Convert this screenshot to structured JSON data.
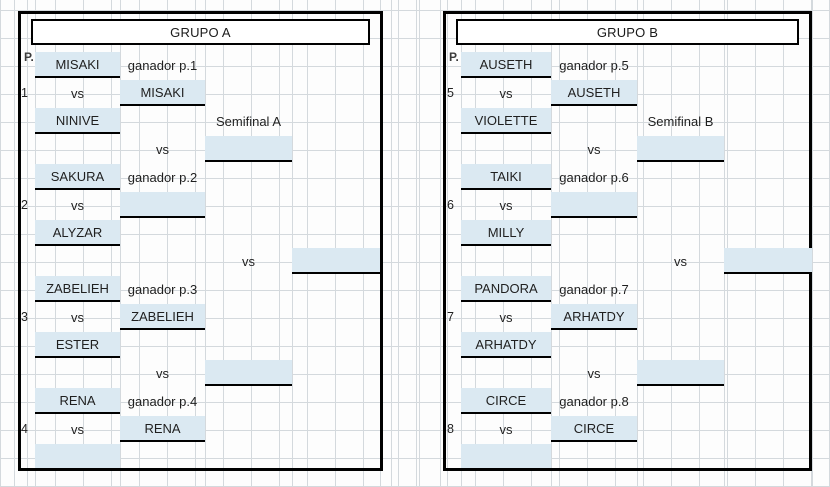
{
  "page": {
    "doc_type": "tournament-bracket-spreadsheet",
    "background": "#fdfdfd",
    "gridline_color": "#d4d9dd",
    "highlight_color": "#dbe9f2",
    "border_color": "#000000"
  },
  "groups": [
    {
      "id": "group-a",
      "title": "GRUPO A",
      "position_header": "P.",
      "matches": [
        {
          "number": "1",
          "player_top": "MISAKI",
          "vs": "vs",
          "player_bottom": "NINIVE",
          "winner_label": "ganador p.1",
          "winner": "MISAKI"
        },
        {
          "number": "2",
          "player_top": "SAKURA",
          "vs": "vs",
          "player_bottom": "ALYZAR",
          "winner_label": "ganador p.2",
          "winner": ""
        },
        {
          "number": "3",
          "player_top": "ZABELIEH",
          "vs": "vs",
          "player_bottom": "ESTER",
          "winner_label": "ganador p.3",
          "winner": "ZABELIEH"
        },
        {
          "number": "4",
          "player_top": "RENA",
          "vs": "vs",
          "player_bottom": "",
          "winner_label": "ganador p.4",
          "winner": "RENA"
        }
      ],
      "round2": [
        {
          "vs": "vs",
          "winner": ""
        },
        {
          "vs": "vs",
          "winner": ""
        }
      ],
      "semifinal": {
        "label": "Semifinal A",
        "slot": "",
        "vs": "vs",
        "final_slot": ""
      }
    },
    {
      "id": "group-b",
      "title": "GRUPO B",
      "position_header": "P.",
      "matches": [
        {
          "number": "5",
          "player_top": "AUSETH",
          "vs": "vs",
          "player_bottom": "VIOLETTE",
          "winner_label": "ganador p.5",
          "winner": "AUSETH"
        },
        {
          "number": "6",
          "player_top": "TAIKI",
          "vs": "vs",
          "player_bottom": "MILLY",
          "winner_label": "ganador p.6",
          "winner": ""
        },
        {
          "number": "7",
          "player_top": "PANDORA",
          "vs": "vs",
          "player_bottom": "ARHATDY",
          "winner_label": "ganador p.7",
          "winner": "ARHATDY"
        },
        {
          "number": "8",
          "player_top": "CIRCE",
          "vs": "vs",
          "player_bottom": "",
          "winner_label": "ganador p.8",
          "winner": "CIRCE"
        }
      ],
      "round2": [
        {
          "vs": "vs",
          "winner": ""
        },
        {
          "vs": "vs",
          "winner": ""
        }
      ],
      "semifinal": {
        "label": "Semifinal B",
        "slot": "",
        "vs": "vs",
        "final_slot": ""
      }
    }
  ]
}
